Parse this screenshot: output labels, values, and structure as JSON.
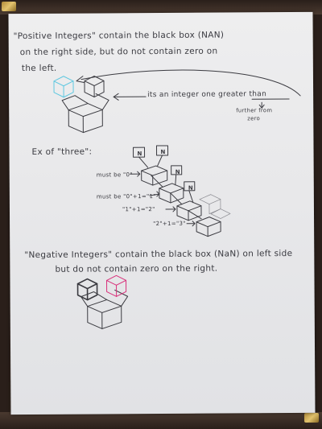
{
  "note": {
    "para1": {
      "line1": "\"Positive Integers\" contain the black box (NAN)",
      "line2": "on the right side, but do not contain zero on",
      "line3": "the left."
    },
    "arrow_note": {
      "line1": "its an integer one greater than",
      "line2": "further from",
      "line3": "zero"
    },
    "example": {
      "title": "Ex of \"three\":",
      "box_label_n": "N",
      "label_0": "must be \"0\"",
      "label_1": "must be \"0\"+1=\"1\"",
      "label_2": "\"1\"+1=\"2\"",
      "label_3": "\"2\"+1=\"3\""
    },
    "para2": {
      "line1": "\"Negative Integers\" contain the black box (NaN) on left side",
      "line2": "but do not contain zero on the right."
    }
  },
  "colors": {
    "ink": "#3a3a40",
    "cyan_box": "#5fc8e0",
    "pink_box": "#d8307a",
    "paper": "#e8e8ea",
    "frame": "#2a1f1a"
  }
}
